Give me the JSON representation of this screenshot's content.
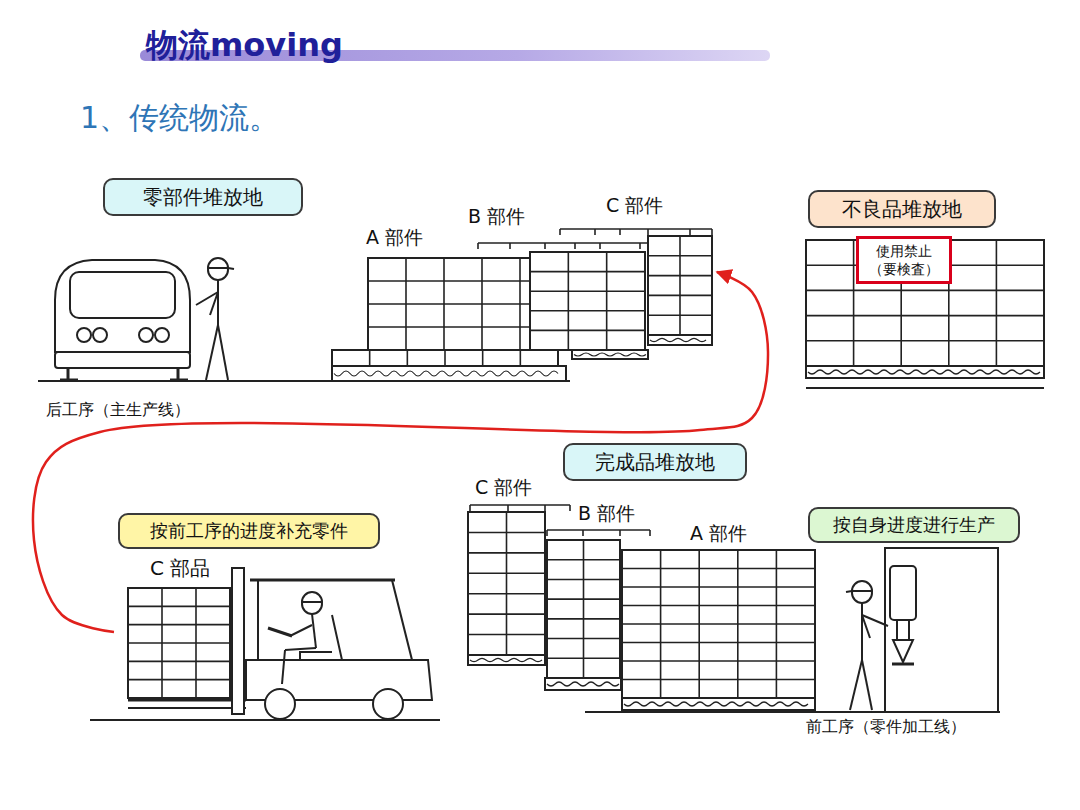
{
  "diagram": {
    "title": "物流moving",
    "nodes": [
      {
        "text": [
          "零部件堆放地"
        ]
      },
      {
        "text": [
          "不良品堆放地"
        ]
      },
      {
        "text": [
          "使用禁止 （要検査）"
        ]
      },
      {
        "text": [
          "完成品堆放地"
        ]
      },
      {
        "text": [
          "按前工序的进度补充零件"
        ]
      },
      {
        "text": [
          "按自身进度进行生产"
        ]
      }
    ],
    "edges": [
      {
        "from": 4,
        "to": 0,
        "arrow": "to"
      }
    ],
    "labels": [
      "1、传统物流。",
      "A 部件",
      "B 部件",
      "C 部件",
      "后工序（主生产线）",
      "C 部品",
      "C 部件",
      "B 部件",
      "A 部件",
      "前工序（零件加工线）"
    ]
  }
}
